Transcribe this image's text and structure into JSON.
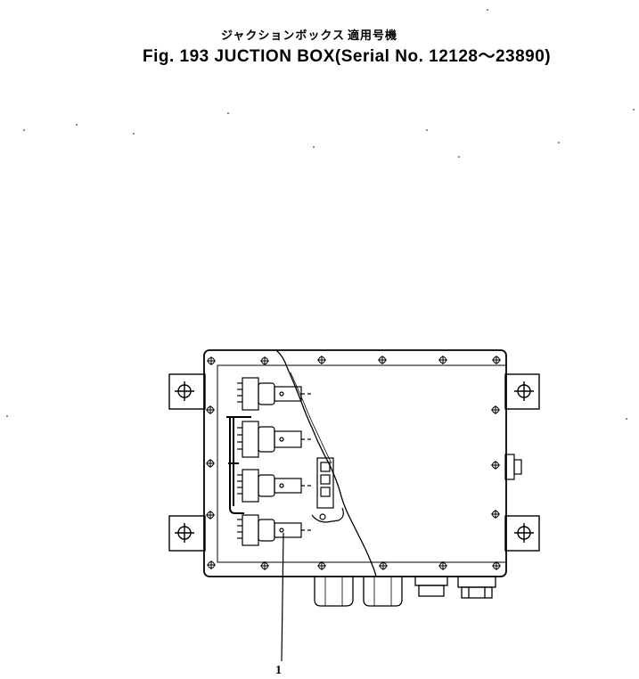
{
  "figure": {
    "title_jp": "ジャクションボックス",
    "serial_jp": "適用号機",
    "title_en": "Fig. 193  JUCTION BOX",
    "serial_en": "Serial No. 12128～23890"
  },
  "callouts": [
    {
      "label": "1"
    }
  ],
  "colors": {
    "ink": "#000000",
    "paper": "#ffffff"
  }
}
